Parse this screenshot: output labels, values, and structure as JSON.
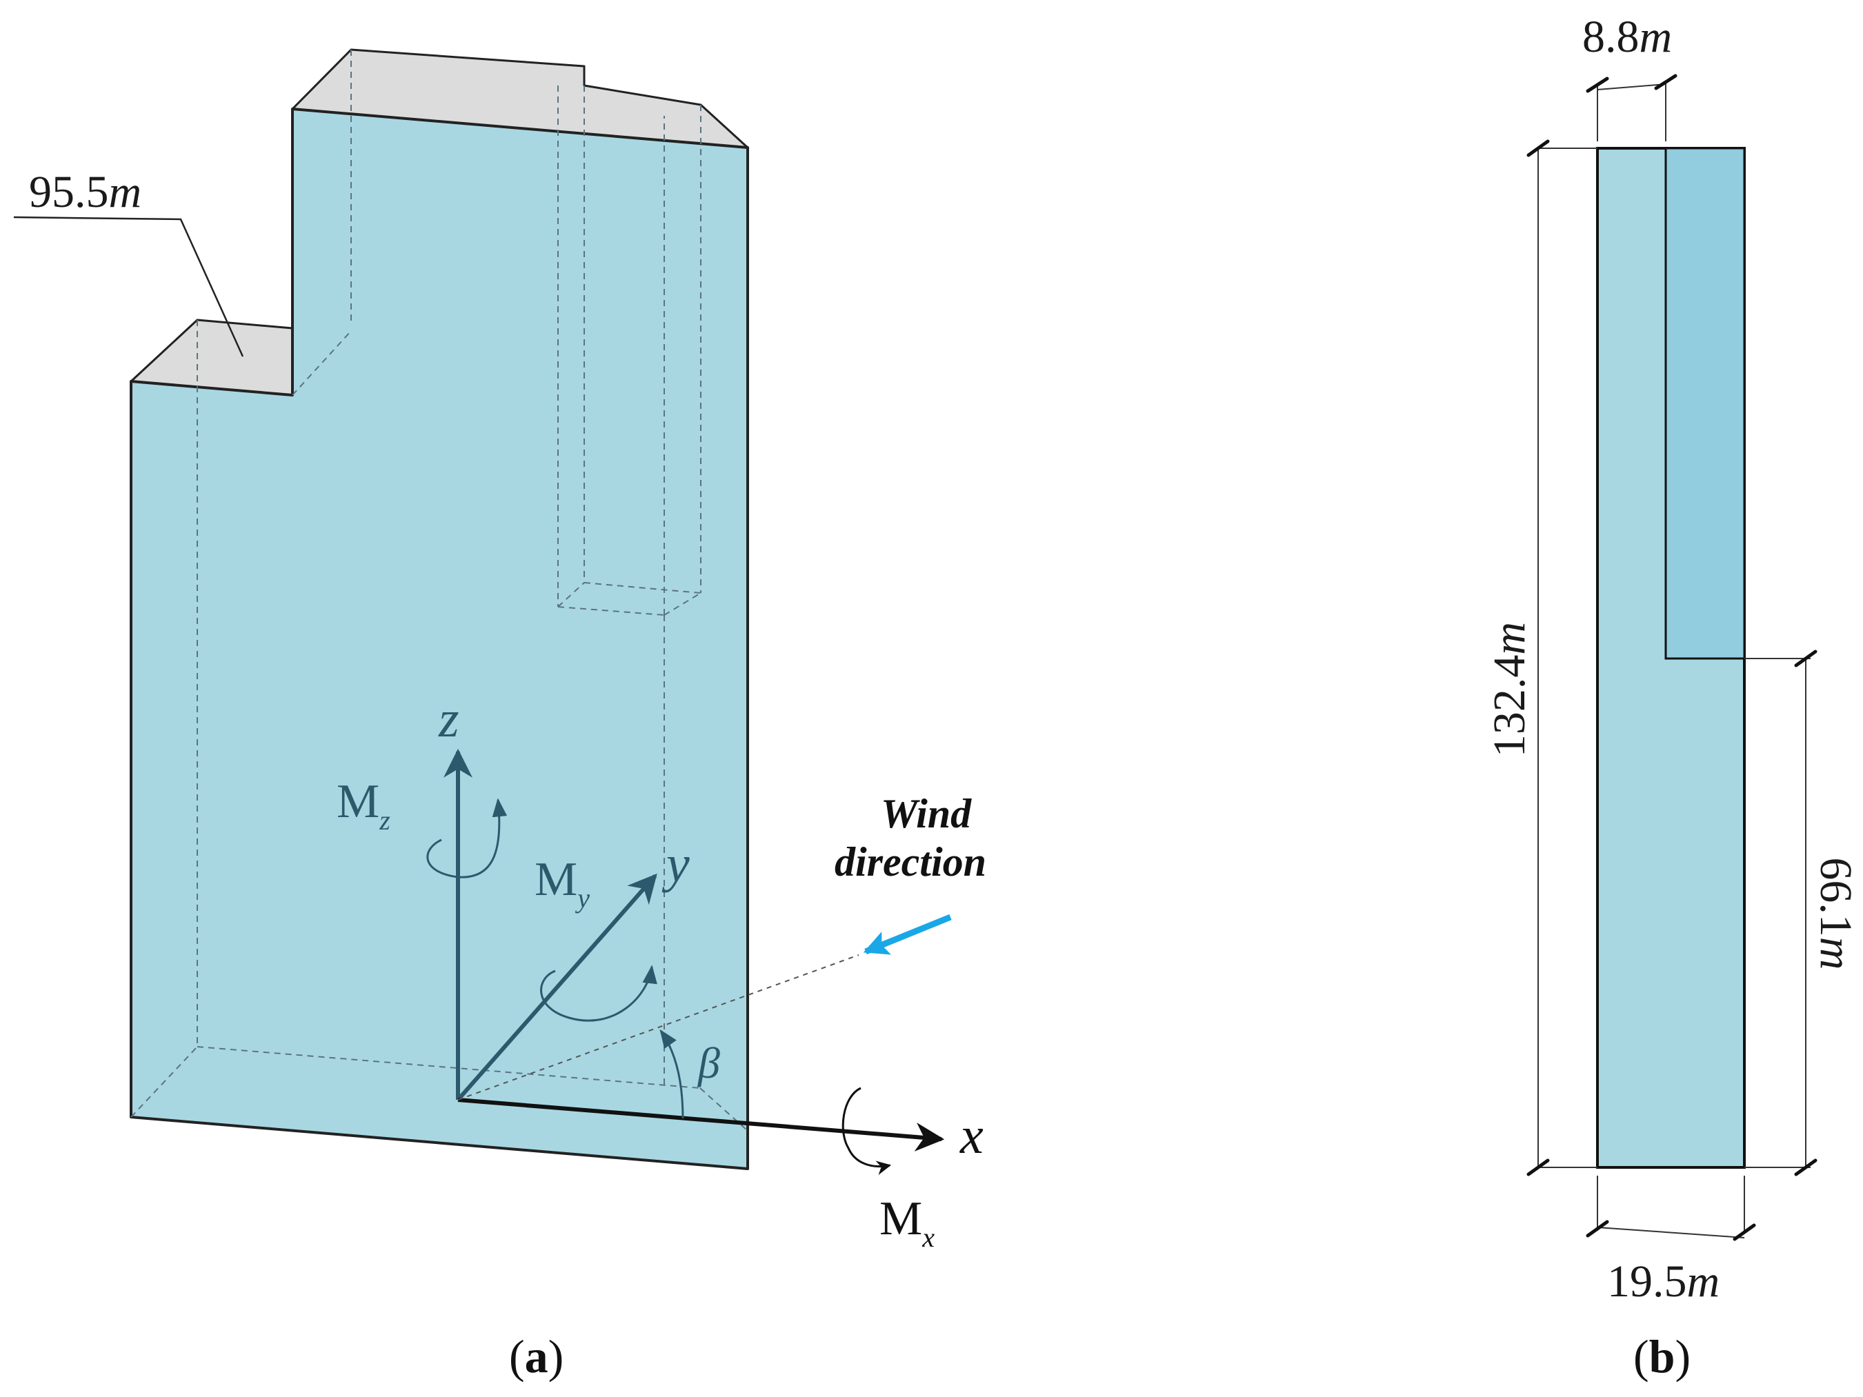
{
  "figure": {
    "panel_a": {
      "label_open": "(",
      "label_letter": "a",
      "label_close": ")",
      "roof_dimension": {
        "value": "95.5",
        "unit": "m"
      },
      "axes": {
        "x": "x",
        "y": "y",
        "z": "z",
        "moments": {
          "Mx": {
            "base": "M",
            "sub": "x"
          },
          "My": {
            "base": "M",
            "sub": "y"
          },
          "Mz": {
            "base": "M",
            "sub": "z"
          }
        },
        "angle": "β"
      },
      "wind": {
        "line1": "Wind",
        "line2": "direction"
      }
    },
    "panel_b": {
      "label_open": "(",
      "label_letter": "b",
      "label_close": ")",
      "top_width": {
        "value": "8.8",
        "unit": "m"
      },
      "height": {
        "value": "132.4",
        "unit": "m"
      },
      "partial_height": {
        "value": "66.1",
        "unit": "m"
      },
      "bottom_width": {
        "value": "19.5",
        "unit": "m"
      }
    }
  },
  "colors": {
    "building_face": "#a8d7e2",
    "building_darker": "#92cddf",
    "roof": "#dcdcdc",
    "axis": "#2c5a6c",
    "wind_arrow": "#1aa7e6"
  }
}
